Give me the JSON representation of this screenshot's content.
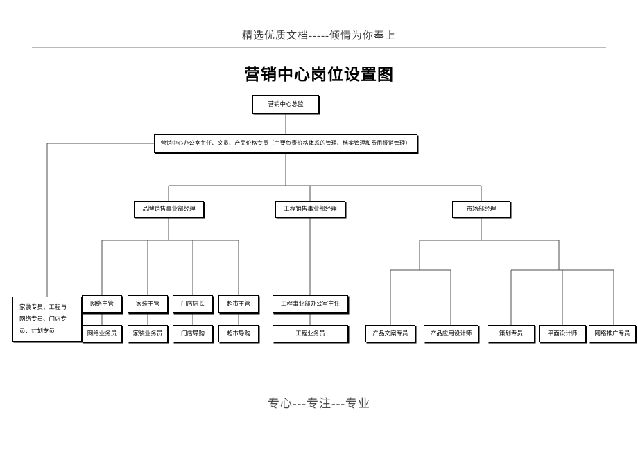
{
  "page": {
    "header_note": "精选优质文档-----倾情为你奉上",
    "title": "营销中心岗位设置图",
    "footer_note": "专心---专注---专业",
    "background": "#ffffff",
    "line_color": "#4d4d4d",
    "box_border": "#000000"
  },
  "chart_data": {
    "type": "diagram",
    "title": "营销中心岗位设置图",
    "nodes": [
      {
        "id": "n1",
        "label": "营销中心总监",
        "level": 1
      },
      {
        "id": "n2",
        "label": "营销中心办公室主任、文员、产品价格专员（主要负责价格体系的管理、档案管理和费用报销管理）",
        "level": 2
      },
      {
        "id": "n3",
        "label": "品牌销售事业部经理",
        "level": 3
      },
      {
        "id": "n4",
        "label": "工程销售事业部经理",
        "level": 3
      },
      {
        "id": "n5",
        "label": "市场部经理",
        "level": 3
      },
      {
        "id": "n6",
        "label": "家装专员、工程与网络专员、门店专员、计划专员",
        "level": 3
      },
      {
        "id": "n7",
        "label": "网络主管",
        "level": 4
      },
      {
        "id": "n8",
        "label": "家装主管",
        "level": 4
      },
      {
        "id": "n9",
        "label": "门店店长",
        "level": 4
      },
      {
        "id": "n10",
        "label": "超市主管",
        "level": 4
      },
      {
        "id": "n11",
        "label": "工程事业部办公室主任",
        "level": 4
      },
      {
        "id": "n12",
        "label": "网络业务员",
        "level": 5
      },
      {
        "id": "n13",
        "label": "家装业务员",
        "level": 5
      },
      {
        "id": "n14",
        "label": "门店导购",
        "level": 5
      },
      {
        "id": "n15",
        "label": "超市导购",
        "level": 5
      },
      {
        "id": "n16",
        "label": "工程业务员",
        "level": 5
      },
      {
        "id": "n17",
        "label": "产品文案专员",
        "level": 5
      },
      {
        "id": "n18",
        "label": "产品应用设计师",
        "level": 5
      },
      {
        "id": "n19",
        "label": "策划专员",
        "level": 5
      },
      {
        "id": "n20",
        "label": "平面设计师",
        "level": 5
      },
      {
        "id": "n21",
        "label": "网络推广专员",
        "level": 5
      }
    ],
    "edges": [
      {
        "from": "n1",
        "to": "n2"
      },
      {
        "from": "n2",
        "to": "n3"
      },
      {
        "from": "n2",
        "to": "n4"
      },
      {
        "from": "n2",
        "to": "n5"
      },
      {
        "from": "n2",
        "to": "n6"
      },
      {
        "from": "n3",
        "to": "n7"
      },
      {
        "from": "n3",
        "to": "n8"
      },
      {
        "from": "n3",
        "to": "n9"
      },
      {
        "from": "n3",
        "to": "n10"
      },
      {
        "from": "n4",
        "to": "n11"
      },
      {
        "from": "n7",
        "to": "n12"
      },
      {
        "from": "n8",
        "to": "n13"
      },
      {
        "from": "n9",
        "to": "n14"
      },
      {
        "from": "n10",
        "to": "n15"
      },
      {
        "from": "n11",
        "to": "n16"
      },
      {
        "from": "n5",
        "to": "n17"
      },
      {
        "from": "n5",
        "to": "n18"
      },
      {
        "from": "n5",
        "to": "n19"
      },
      {
        "from": "n5",
        "to": "n20"
      },
      {
        "from": "n5",
        "to": "n21"
      }
    ]
  },
  "boxes": {
    "director": "营销中心总监",
    "office": "营销中心办公室主任、文员、产品价格专员（主要负责价格体系的管理、档案管理和费用报销管理）",
    "brand_mgr": "品牌销售事业部经理",
    "eng_mgr": "工程销售事业部经理",
    "market_mgr": "市场部经理",
    "specialists_l1": "家装专员、工程与",
    "specialists_l2": "网络专员、门店专",
    "specialists_l3": "员、计划专员",
    "net_sup": "网络主管",
    "home_sup": "家装主管",
    "store_mgr": "门店店长",
    "super_sup": "超市主管",
    "eng_office": "工程事业部办公室主任",
    "net_sales": "网络业务员",
    "home_sales": "家装业务员",
    "store_guide": "门店导购",
    "super_guide": "超市导购",
    "eng_sales": "工程业务员",
    "copywriter": "产品文案专员",
    "app_designer": "产品应用设计师",
    "planner": "策划专员",
    "graphic_designer": "平面设计师",
    "net_promoter": "网络推广专员"
  }
}
